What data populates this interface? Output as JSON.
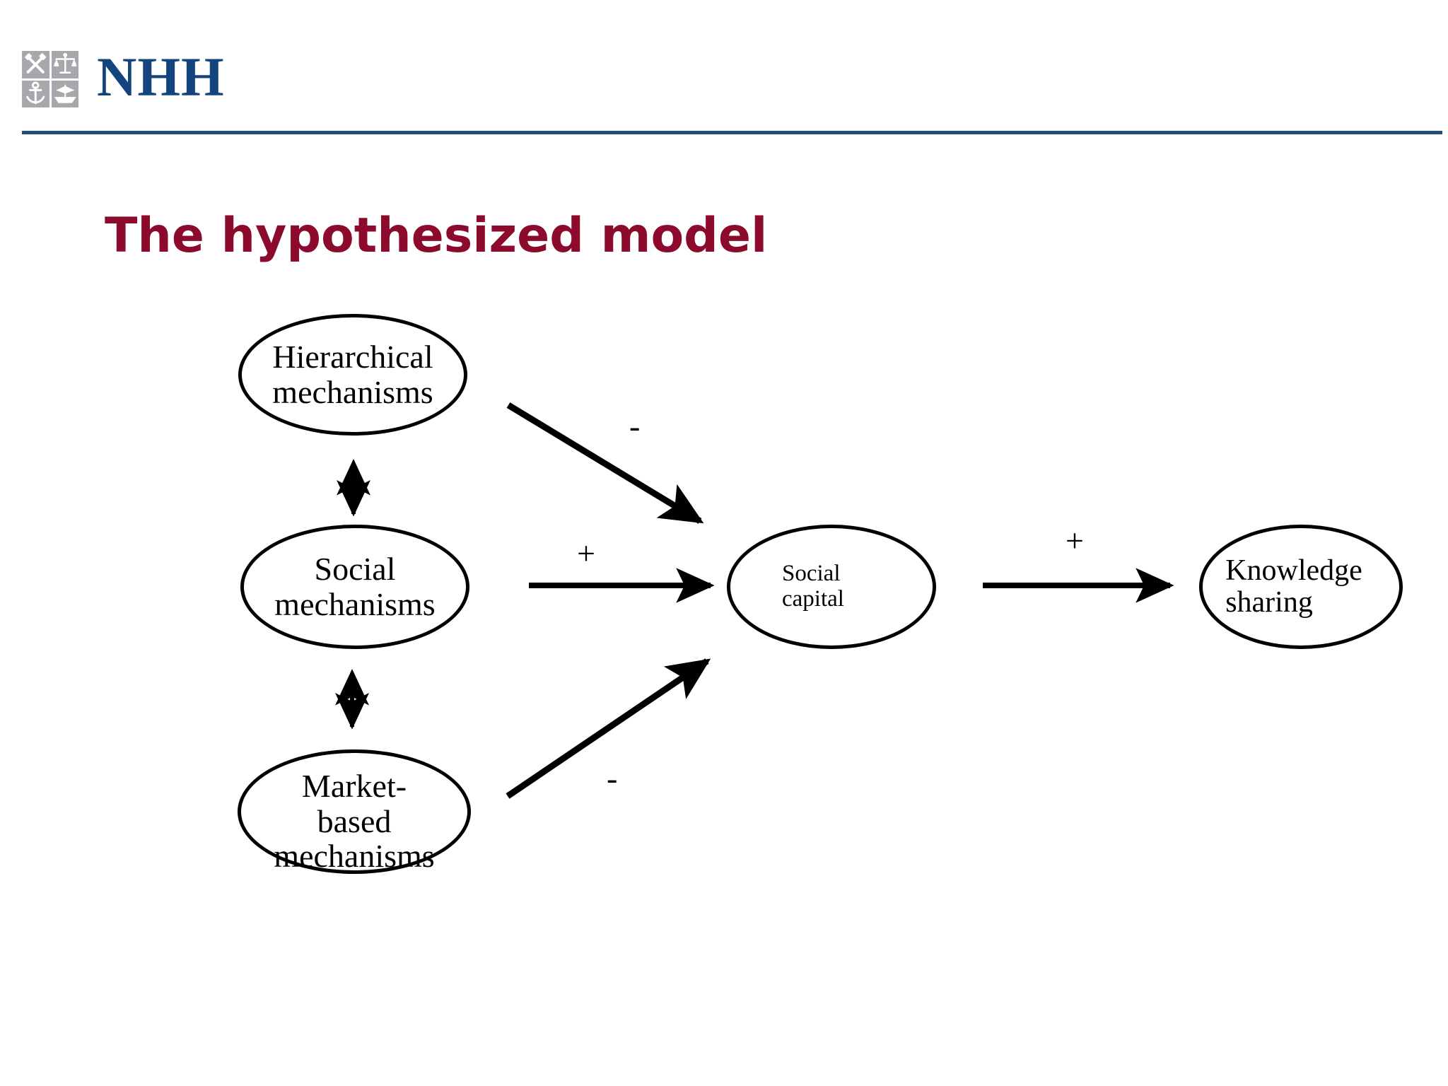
{
  "header": {
    "logo_crest_icons": [
      "crossed-hammers-icon",
      "scales-icon",
      "anchor-icon",
      "ship-icon"
    ],
    "wordmark": "NHH",
    "brand_blue": "#13447e",
    "rule_color": "#1f4e79"
  },
  "title": {
    "text": "The hypothesized model",
    "color": "#8c0b2c"
  },
  "chart_data": {
    "type": "diagram",
    "title": "The hypothesized model",
    "nodes": [
      {
        "id": "hierarchical",
        "label": "Hierarchical\nmechanisms",
        "shape": "ellipse"
      },
      {
        "id": "social_mechanisms",
        "label": "Social\nmechanisms",
        "shape": "ellipse"
      },
      {
        "id": "market_based",
        "label": "Market-\nbased\nmechanisms",
        "shape": "ellipse"
      },
      {
        "id": "social_capital",
        "label": "Social\ncapital",
        "shape": "ellipse"
      },
      {
        "id": "knowledge_sharing",
        "label": "Knowledge\nsharing",
        "shape": "ellipse"
      }
    ],
    "edges": [
      {
        "from": "hierarchical",
        "to": "social_capital",
        "label": "-",
        "arrow": "single"
      },
      {
        "from": "social_mechanisms",
        "to": "social_capital",
        "label": "+",
        "arrow": "single"
      },
      {
        "from": "market_based",
        "to": "social_capital",
        "label": "-",
        "arrow": "single"
      },
      {
        "from": "social_capital",
        "to": "knowledge_sharing",
        "label": "+",
        "arrow": "single"
      },
      {
        "from": "hierarchical",
        "to": "social_mechanisms",
        "label": "",
        "arrow": "double"
      },
      {
        "from": "social_mechanisms",
        "to": "market_based",
        "label": "",
        "arrow": "double"
      }
    ],
    "edge_labels": {
      "hierarchical_to_social_capital": "-",
      "social_mechanisms_to_social_capital": "+",
      "market_based_to_social_capital": "-",
      "social_capital_to_knowledge_sharing": "+"
    },
    "line_color": "#000000",
    "background": "#ffffff"
  },
  "diagram": {
    "node_hierarchical": "Hierarchical\nmechanisms",
    "node_social_mechanisms": "Social\nmechanisms",
    "node_market_based": "Market-\nbased\nmechanisms",
    "node_social_capital": "Social\ncapital",
    "node_knowledge_sharing": "Knowledge\nsharing",
    "label_neg_top": "-",
    "label_pos_mid": "+",
    "label_pos_right": "+",
    "label_neg_bottom": "-"
  }
}
